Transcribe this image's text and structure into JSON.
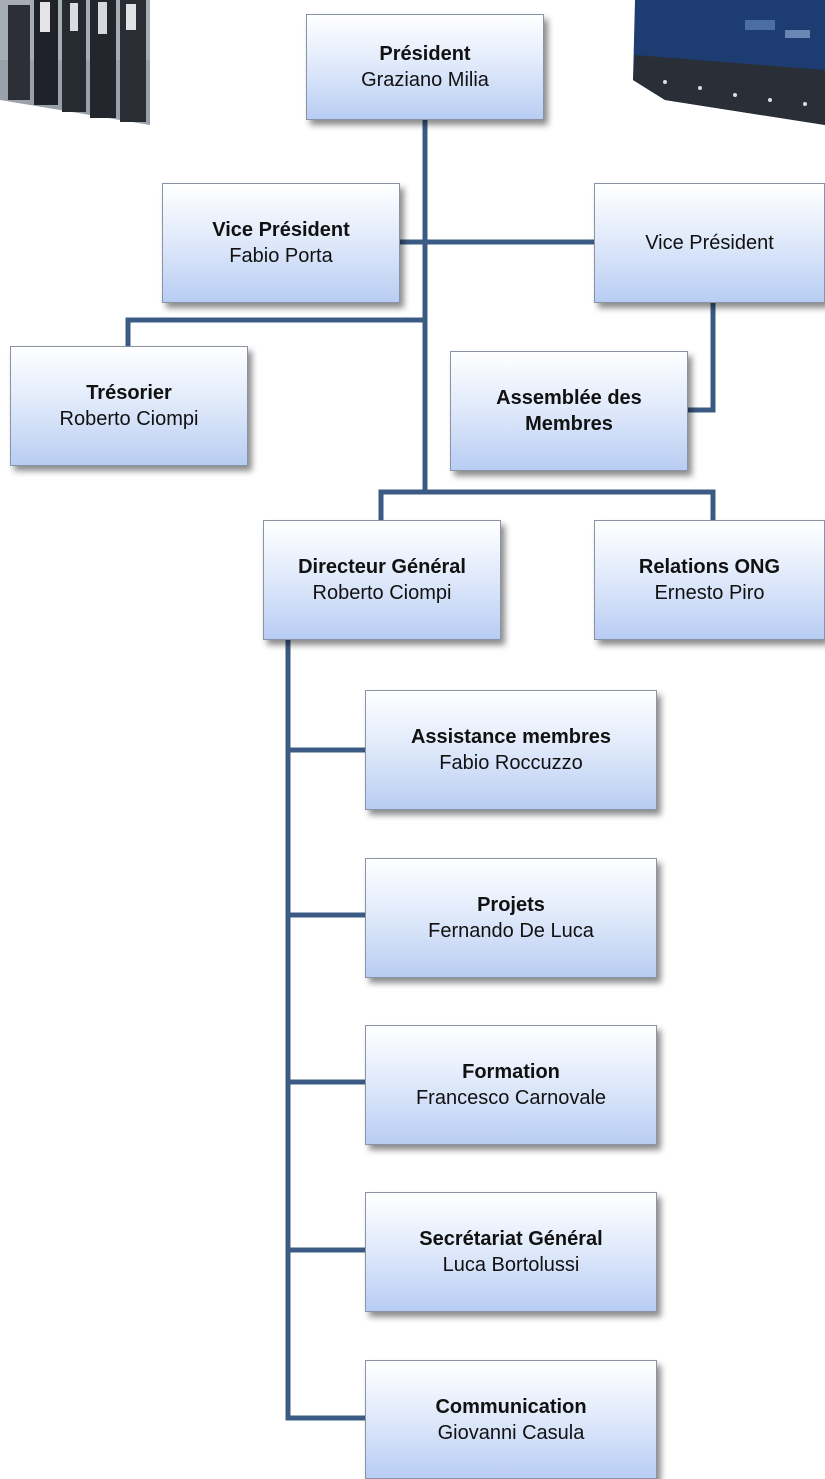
{
  "org_chart": {
    "president": {
      "title": "Président",
      "name": "Graziano Milia"
    },
    "vice_president_left": {
      "title": "Vice Président",
      "name": "Fabio Porta"
    },
    "vice_president_right": {
      "title": "Vice Président"
    },
    "treasurer": {
      "title": "Trésorier",
      "name": "Roberto Ciompi"
    },
    "members_assembly": {
      "title": "Assemblée des Membres"
    },
    "general_director": {
      "title": "Directeur Général",
      "name": "Roberto Ciompi"
    },
    "ngo_relations": {
      "title": "Relations ONG",
      "name": "Ernesto Piro"
    },
    "member_assistance": {
      "title": "Assistance membres",
      "name": "Fabio Roccuzzo"
    },
    "projects": {
      "title": "Projets",
      "name": "Fernando De Luca"
    },
    "training": {
      "title": "Formation",
      "name": "Francesco Carnovale"
    },
    "general_secretariat": {
      "title": "Secrétariat Général",
      "name": "Luca Bortolussi"
    },
    "communication": {
      "title": "Communication",
      "name": "Giovanni Casula"
    }
  },
  "colors": {
    "connector": "#3c5b84",
    "box_border": "#8a93a3",
    "box_gradient_top": "#ffffff",
    "box_gradient_bottom": "#b8cdf3"
  }
}
